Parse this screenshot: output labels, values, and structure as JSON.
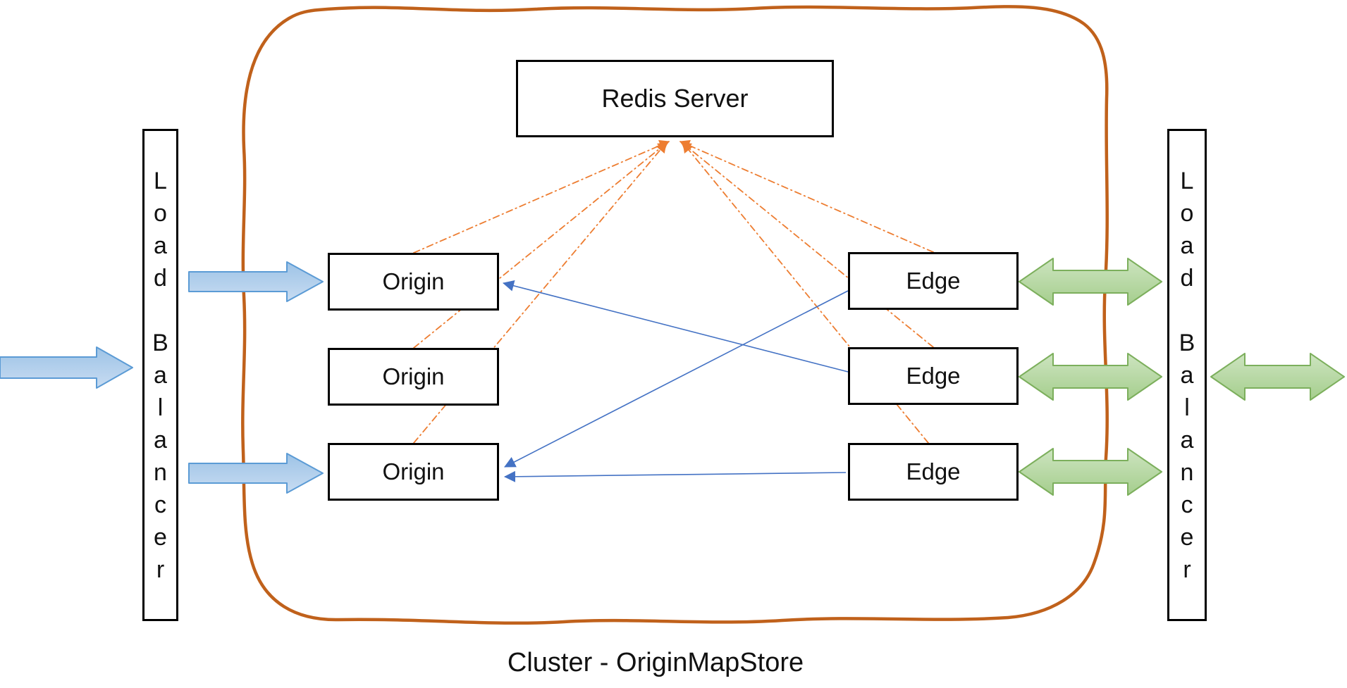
{
  "diagram": {
    "cluster": {
      "label": "Cluster - OriginMapStore"
    },
    "redis_server": {
      "label": "Redis Server"
    },
    "load_balancer_left": {
      "label": "Load Balancer",
      "vertical_text": "L\no\na\nd\n\nB\na\nl\na\nn\nc\ne\nr"
    },
    "load_balancer_right": {
      "label": "Load Balancer",
      "vertical_text": "L\no\na\nd\n\nB\na\nl\na\nn\nc\ne\nr"
    },
    "origin_nodes": [
      {
        "label": "Origin"
      },
      {
        "label": "Origin"
      },
      {
        "label": "Origin"
      }
    ],
    "edge_nodes": [
      {
        "label": "Edge"
      },
      {
        "label": "Edge"
      },
      {
        "label": "Edge"
      }
    ]
  },
  "colors": {
    "cluster_border": "#C0611B",
    "redis_link": "#ED7D31",
    "edge_origin_link": "#4472C4",
    "blue_arrow_fill_dark": "#9DC3E6",
    "blue_arrow_fill_light": "#C8DCF2",
    "blue_arrow_border": "#5B9BD5",
    "green_arrow_fill_light": "#CDE4C0",
    "green_arrow_fill_dark": "#A5CE8D",
    "green_arrow_border": "#7CAF5C",
    "node_border": "#000000",
    "text": "#111111"
  }
}
